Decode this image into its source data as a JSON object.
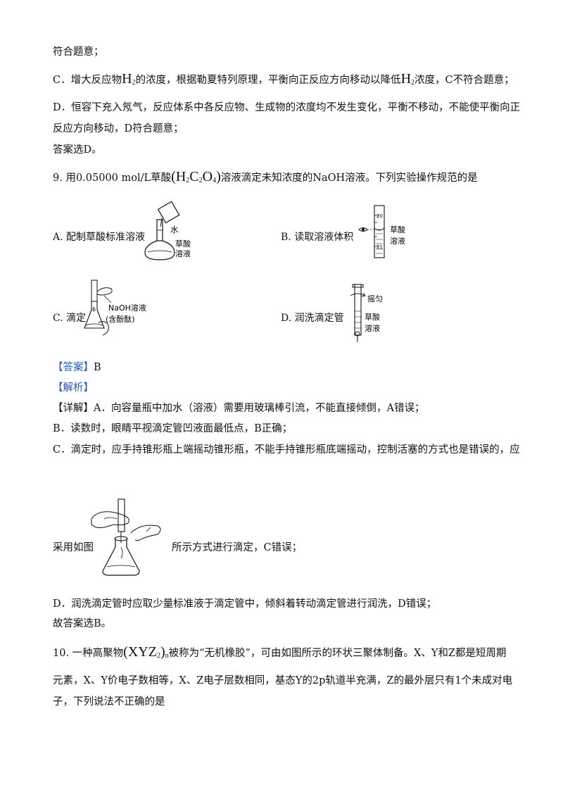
{
  "lines": {
    "l1": "符合题意；",
    "l2a": "C．增大反应物",
    "l2b": "的浓度，根据勒夏特列原理，平衡向正反应方向移动以降低",
    "l2c": "浓度，C不符合题意；",
    "l3": "D．恒容下充入氖气，反应体系中各反应物、生成物的浓度均不发生变化，平衡不移动，不能使平衡向正",
    "l4": "反应方向移动，D符合题意；",
    "l5": "答案选D。",
    "q9a": "9. 用0.05000 mol/L草酸",
    "q9b": "溶液滴定未知浓度的NaOH溶液。下列实验操作规范的是",
    "ans_tag": "【答案】",
    "ans_val": "B",
    "jx_tag": "【解析】",
    "d1a": "【详解】",
    "d1b": "A．向容量瓶中加水（溶液）需要用玻璃棒引流，不能直接倾倒，A错误；",
    "d2": "B．读数时，眼睛平视滴定管凹液面最低点，B正确；",
    "d3": "C．滴定时，应手持锥形瓶上端摇动锥形瓶，不能手持锥形瓶底端摇动，控制活塞的方式也是错误的，应",
    "d4a": "采用如图",
    "d4b": "所示方式进行滴定，C错误；",
    "d5": "D．润洗滴定管时应取少量标准液于滴定管中，倾斜着转动滴定管进行润洗，D错误；",
    "d6": "故答案选B。",
    "q10a": "10. 一种高聚物",
    "q10b": "被称为“无机橡胶”，可由如图所示的环状三聚体制备。X、Y和Z都是短周期",
    "q10c": "元素，X、Y价电子数相等，X、Z电子层数相同，基态Y的2p轨道半充满，Z的最外层只有1个未成对电",
    "q10d": "子，下列说法不正确的是"
  },
  "formula": {
    "h2": "H",
    "h2_sub": "2",
    "acid_h": "H",
    "acid_h_sub": "2",
    "acid_c": "C",
    "acid_c_sub": "2",
    "acid_o": "O",
    "acid_o_sub": "4",
    "poly": "XYZ",
    "poly_sub": "2",
    "poly_n": "n"
  },
  "options": {
    "A": "A. 配制草酸标准溶液",
    "B": "B. 读取溶液体积",
    "C": "C. 滴定",
    "D": "D. 润洗滴定管"
  },
  "figlabels": {
    "a_water": "水",
    "a_acid1": "草酸",
    "a_acid2": "溶液",
    "b_tick20": "20",
    "b_tick21": "21",
    "b_acid1": "草酸",
    "b_acid2": "溶液",
    "c_naoh": "NaOH溶液",
    "c_phen": "(含酚酞)",
    "c_tick": "6",
    "d_shake": "摇匀",
    "d_acid1": "草酸",
    "d_acid2": "溶液"
  }
}
